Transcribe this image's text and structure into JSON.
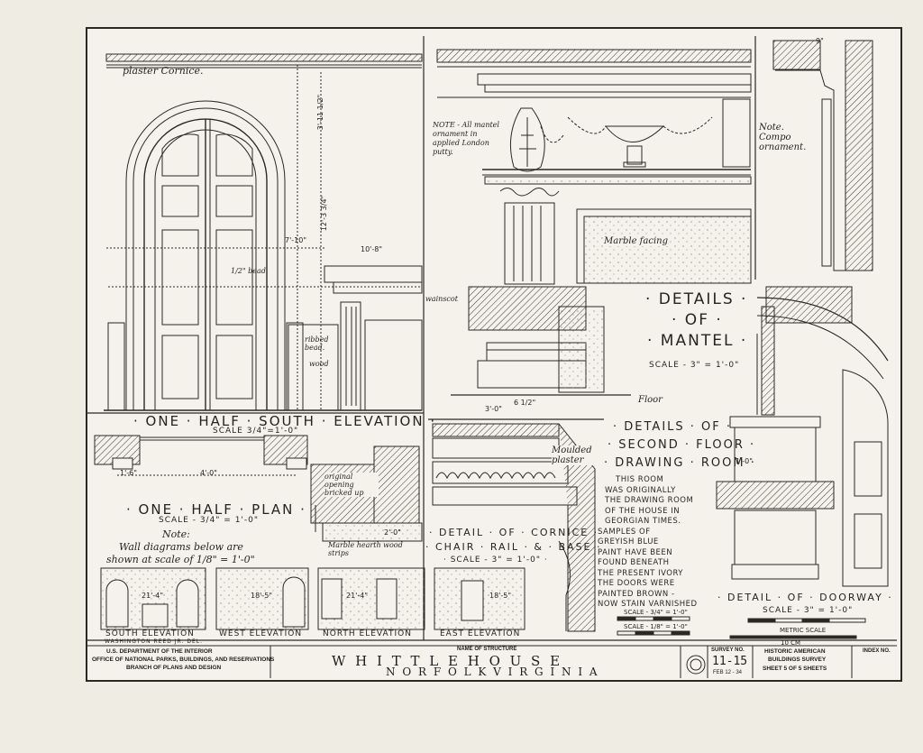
{
  "drawing": {
    "labels": {
      "plaster_cornice": "plaster Cornice.",
      "south_elevation_title": "· ONE · HALF · SOUTH · ELEVATION ·",
      "south_elevation_scale": "SCALE 3/4\"=1'-0\"",
      "half_plan_title": "· ONE · HALF · PLAN ·",
      "half_plan_scale": "SCALE - 3/4\" = 1'-0\"",
      "note_title": "Note:",
      "note_line1": "Wall diagrams below are",
      "note_line2": "shown at scale of 1/8\" = 1'-0\"",
      "original_opening": "original opening bricked up",
      "marble_hearth": "Marble hearth wood strips",
      "mantel_note": "NOTE - All mantel ornament in applied London putty.",
      "compo_note": "Note. Compo ornament.",
      "marble_facing": "Marble facing",
      "wainscot": "wainscot",
      "floor": "Floor",
      "moulded_plaster": "Moulded plaster",
      "ribbed_bead": "ribbed bead.",
      "half_bead": "1/2\" bead.",
      "wood": "wood"
    },
    "mantel": {
      "title_line1": "· DETAILS ·",
      "title_line2": "· OF ·",
      "title_line3": "· MANTEL ·",
      "scale": "SCALE - 3\" = 1'-0\""
    },
    "drawing_room": {
      "title_line1": "· DETAILS · OF ·",
      "title_line2": "· SECOND · FLOOR ·",
      "title_line3": "· DRAWING · ROOM ·",
      "text_lines": [
        "THIS ROOM",
        "WAS ORIGINALLY",
        "THE DRAWING ROOM",
        "OF THE HOUSE IN",
        "GEORGIAN TIMES.",
        "SAMPLES OF",
        "GREYISH BLUE",
        "PAINT HAVE BEEN",
        "FOUND BENEATH",
        "THE PRESENT IVORY",
        "THE DOORS WERE",
        "PAINTED BROWN -",
        "NOW STAIN VARNISHED"
      ]
    },
    "cornice": {
      "title_line1": "· DETAIL · OF · CORNICE ·",
      "title_line2": "· CHAIR · RAIL · & · BASE ·",
      "scale": "· SCALE - 3\" = 1'-0\" ·"
    },
    "doorway": {
      "title": "· DETAIL · OF · DOORWAY ·",
      "scale": "SCALE - 3\" = 1'-0\""
    },
    "scales": {
      "bar1": "SCALE - 3/4\" = 1'-0\"",
      "bar2": "SCALE - 1/8\" = 1'-0\"",
      "metric": "METRIC SCALE",
      "metric_unit": "10 CM"
    },
    "walls": [
      {
        "label": "SOUTH ELEVATION",
        "dim": "21'-4\""
      },
      {
        "label": "WEST ELEVATION",
        "dim": "18'-5\""
      },
      {
        "label": "NORTH ELEVATION",
        "dim": "21'-4\""
      },
      {
        "label": "EAST ELEVATION",
        "dim": "18'-5\""
      }
    ],
    "credit": "WASHINGTON REED JR. DEL."
  },
  "title_block": {
    "agency1": "U.S. DEPARTMENT OF THE INTERIOR",
    "agency2": "OFFICE OF NATIONAL PARKS, BUILDINGS, AND RESERVATIONS",
    "agency3": "BRANCH OF PLANS AND DESIGN",
    "name_label": "NAME OF STRUCTURE",
    "name": "W H I T T L E   H O U S E",
    "location": "N O R F O L K   V I R G I N I A",
    "survey_label": "SURVEY NO.",
    "survey_no": "11-15",
    "date": "FEB 12 - 34",
    "habs1": "HISTORIC AMERICAN",
    "habs2": "BUILDINGS SURVEY",
    "sheet": "SHEET 5 OF 5 SHEETS",
    "index_label": "INDEX NO."
  },
  "dimensions": [
    "3'-11 1/2\"",
    "10'-8\"",
    "4'-0\"",
    "1'-6\"",
    "2'-0\"",
    "6 1/2\"",
    "12'-3 3/4\"",
    "7'-10\"",
    "9\"",
    "1'-0\"",
    "3'-0\""
  ]
}
